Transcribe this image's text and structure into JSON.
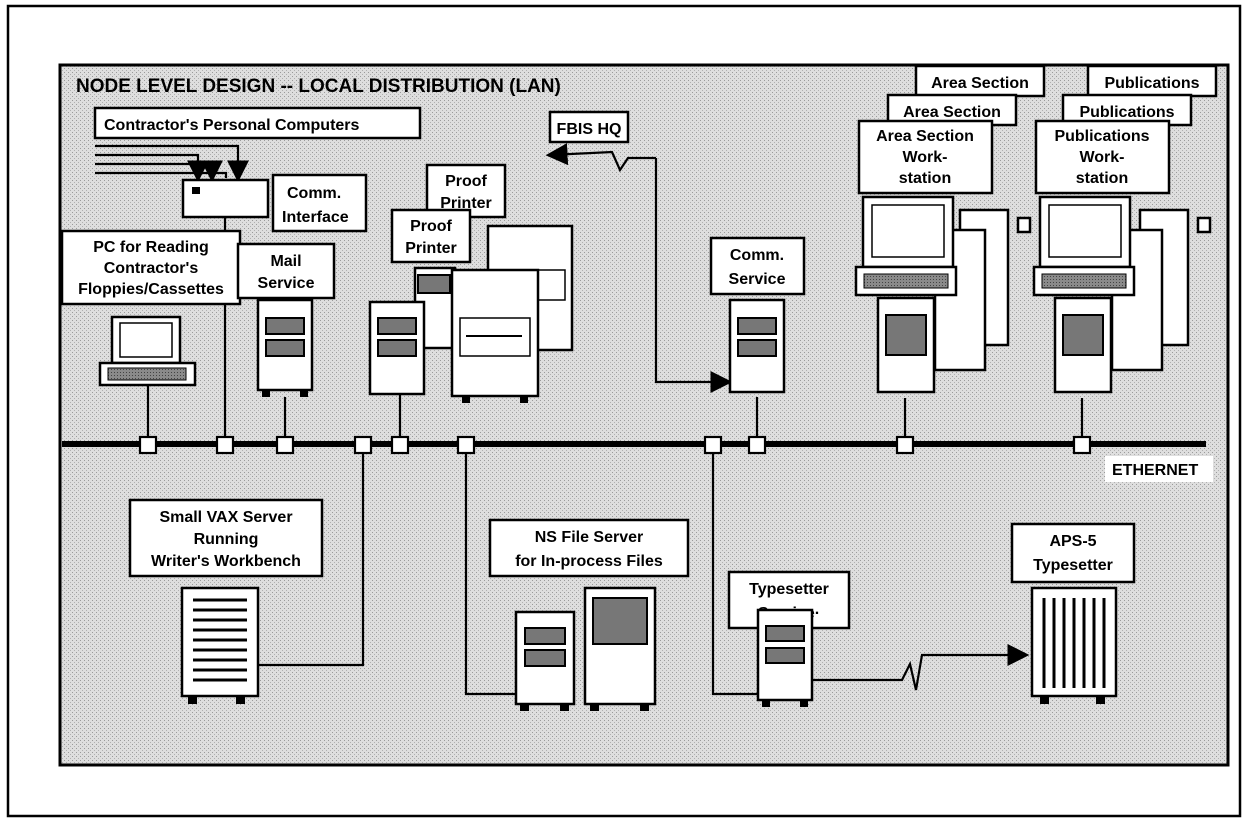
{
  "title": "NODE LEVEL DESIGN -- LOCAL DISTRIBUTION (LAN)",
  "network_label": "ETHERNET",
  "labels": {
    "contractor_pcs": "Contractor's Personal Computers",
    "comm_interface": [
      "Comm.",
      "Interface"
    ],
    "pc_reading": [
      "PC for Reading",
      "Contractor's",
      "Floppies/Cassettes"
    ],
    "mail_service": [
      "Mail",
      "Service"
    ],
    "proof_printer_back": [
      "Proof",
      "Printer"
    ],
    "proof_printer_front": [
      "Proof",
      "Printer"
    ],
    "fbis_hq": "FBIS HQ",
    "comm_service": [
      "Comm.",
      "Service"
    ],
    "area_section_back1": "Area Section",
    "area_section_back2": "Area Section",
    "area_section_front": [
      "Area Section",
      "Work-",
      "station"
    ],
    "publications_back1": "Publications",
    "publications_back2": "Publications",
    "publications_front": [
      "Publications",
      "Work-",
      "station"
    ],
    "vax_server": [
      "Small VAX  Server",
      "Running",
      "Writer's Workbench"
    ],
    "ns_file_server": [
      "NS File Server",
      "for In-process Files"
    ],
    "typesetter_service": [
      "Typesetter",
      "Service·"
    ],
    "aps5": [
      "APS-5",
      "Typesetter"
    ]
  }
}
